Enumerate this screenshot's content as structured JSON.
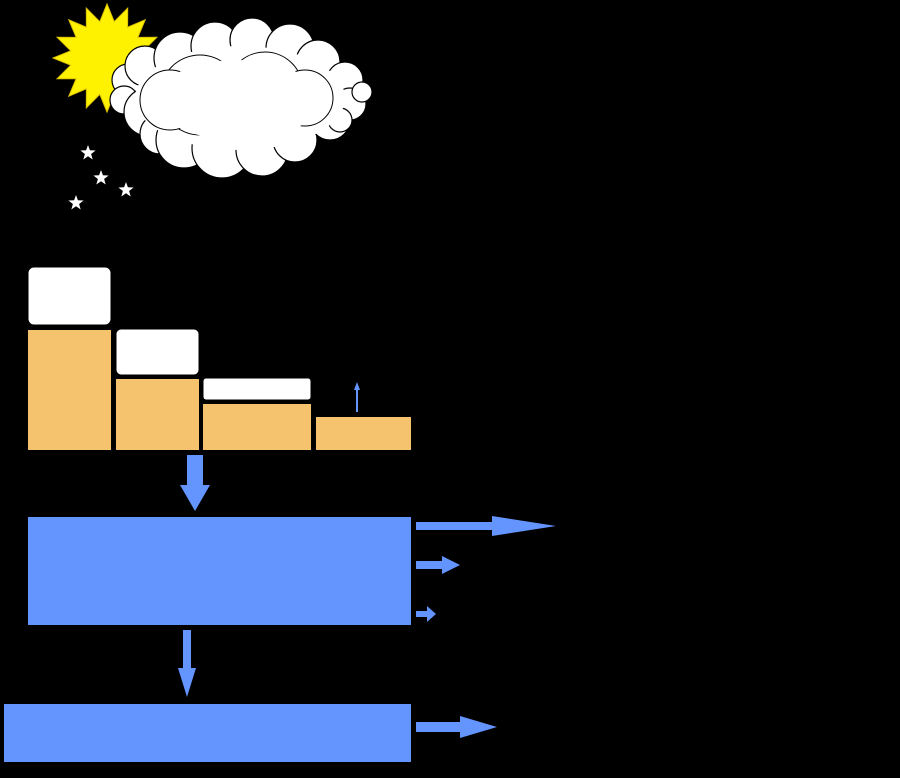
{
  "diagram": {
    "background": "#000000",
    "colors": {
      "sun": "#FFF200",
      "sun_outline": "#E0C400",
      "cloud": "#FFFFFF",
      "star": "#FFFFFF",
      "soil": "#F5C26E",
      "snow": "#FFFFFF",
      "water": "#6495FF",
      "arrow": "#6495FF",
      "outline": "#000000"
    },
    "icons": {
      "sun": "sun-icon",
      "cloud": "cloud-icon",
      "stars": "star-icon",
      "flow": "arrow-icon"
    },
    "elements": {
      "stars_count": 4,
      "soil_columns": 4,
      "snow_caps": 3,
      "reservoirs": 2,
      "outflow_arrows_upper": 3,
      "outflow_arrows_lower": 1,
      "downward_arrows": 2,
      "upward_arrow": 1
    }
  }
}
